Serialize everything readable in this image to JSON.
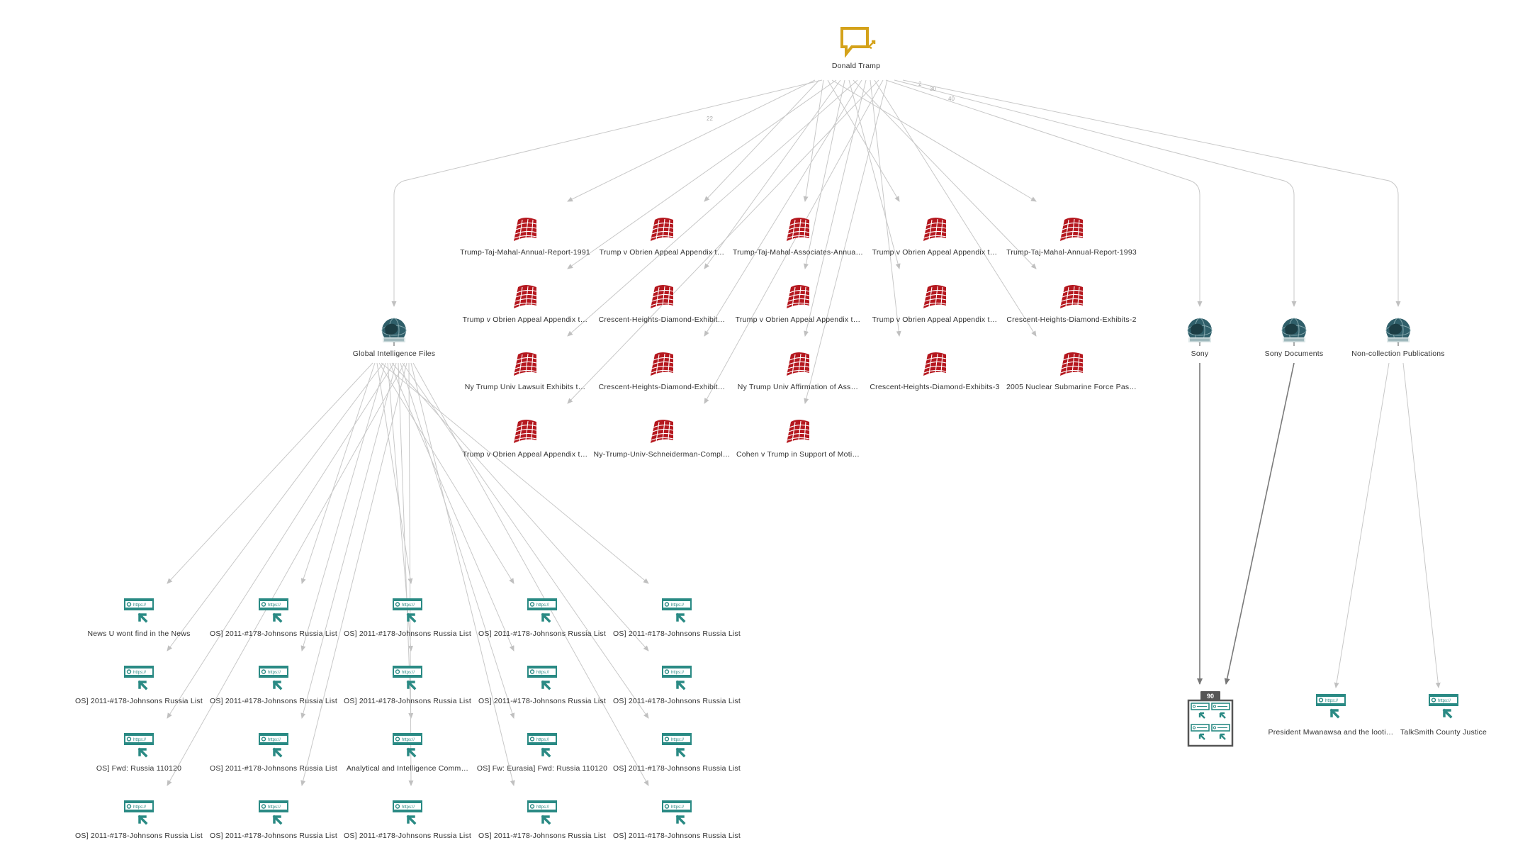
{
  "colors": {
    "edge": "#c8c8c8",
    "edge_dark": "#7a7a7a",
    "root_icon": "#d4a21a",
    "document_icon": "#b5181f",
    "collection_icon": "#2f5f6a",
    "url_icon": "#2a8a84",
    "label_text": "#333333"
  },
  "root": {
    "label": "Donald Tramp",
    "icon": "chat-bubble-icon"
  },
  "edge_labels": [
    "22",
    "2",
    "30",
    "40"
  ],
  "documents": [
    {
      "label": "Trump-Taj-Mahal-Annual-Report-1991"
    },
    {
      "label": "Trump v Obrien Appeal Appendix t…"
    },
    {
      "label": "Trump-Taj-Mahal-Associates-Annua…"
    },
    {
      "label": "Trump v Obrien Appeal Appendix t…"
    },
    {
      "label": "Trump-Taj-Mahal-Annual-Report-1993"
    },
    {
      "label": "Trump v Obrien Appeal Appendix t…"
    },
    {
      "label": "Crescent-Heights-Diamond-Exhibit…"
    },
    {
      "label": "Trump v Obrien Appeal Appendix t…"
    },
    {
      "label": "Trump v Obrien Appeal Appendix t…"
    },
    {
      "label": "Crescent-Heights-Diamond-Exhibits-2"
    },
    {
      "label": "Ny Trump Univ Lawsuit Exhibits t…"
    },
    {
      "label": "Crescent-Heights-Diamond-Exhibit…"
    },
    {
      "label": "Ny Trump Univ Affirmation of Ass…"
    },
    {
      "label": "Crescent-Heights-Diamond-Exhibits-3"
    },
    {
      "label": "2005 Nuclear Submarine Force Pas…"
    },
    {
      "label": "Trump v Obrien Appeal Appendix t…"
    },
    {
      "label": "Ny-Trump-Univ-Schneiderman-Compl…"
    },
    {
      "label": "Cohen v Trump in Support of Moti…"
    }
  ],
  "collections": [
    {
      "label": "Global Intelligence Files"
    },
    {
      "label": "Sony"
    },
    {
      "label": "Sony Documents"
    },
    {
      "label": "Non-collection Publications"
    }
  ],
  "gif_urls": [
    {
      "label": "News U wont find in the News"
    },
    {
      "label": "OS] 2011-#178-Johnsons Russia List"
    },
    {
      "label": "OS] 2011-#178-Johnsons Russia List"
    },
    {
      "label": "OS] 2011-#178-Johnsons Russia List"
    },
    {
      "label": "OS] 2011-#178-Johnsons Russia List"
    },
    {
      "label": "OS] 2011-#178-Johnsons Russia List"
    },
    {
      "label": "OS] 2011-#178-Johnsons Russia List"
    },
    {
      "label": "OS] 2011-#178-Johnsons Russia List"
    },
    {
      "label": "OS] 2011-#178-Johnsons Russia List"
    },
    {
      "label": "OS] 2011-#178-Johnsons Russia List"
    },
    {
      "label": "OS] Fwd: Russia 110120"
    },
    {
      "label": "OS] 2011-#178-Johnsons Russia List"
    },
    {
      "label": "Analytical and Intelligence Comm…"
    },
    {
      "label": "OS] Fw: Eurasia] Fwd: Russia 110120"
    },
    {
      "label": "OS] 2011-#178-Johnsons Russia List"
    },
    {
      "label": "OS] 2011-#178-Johnsons Russia List"
    },
    {
      "label": "OS] 2011-#178-Johnsons Russia List"
    },
    {
      "label": "OS] 2011-#178-Johnsons Russia List"
    },
    {
      "label": "OS] 2011-#178-Johnsons Russia List"
    },
    {
      "label": "OS] 2011-#178-Johnsons Russia List"
    }
  ],
  "group_node": {
    "badge": "90",
    "icon": "url-group-icon"
  },
  "side_urls": [
    {
      "label": "President Mwanawsa and the looti…"
    },
    {
      "label": "TalkSmith County Justice"
    }
  ],
  "url_icon_text": "https://"
}
